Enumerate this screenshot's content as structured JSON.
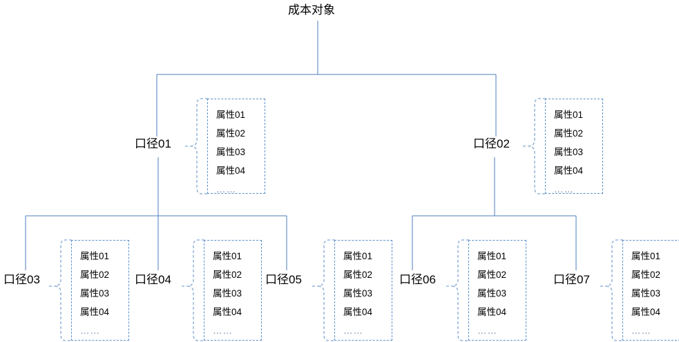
{
  "diagram": {
    "type": "tree",
    "root": {
      "id": "root",
      "label": "成本对象"
    },
    "attribute_template": {
      "items": [
        "属性01",
        "属性02",
        "属性03",
        "属性04"
      ],
      "ellipsis": "……"
    },
    "nodes": [
      {
        "id": "kj01",
        "label": "口径01",
        "level": 1
      },
      {
        "id": "kj02",
        "label": "口径02",
        "level": 1
      },
      {
        "id": "kj03",
        "label": "口径03",
        "level": 2
      },
      {
        "id": "kj04",
        "label": "口径04",
        "level": 2
      },
      {
        "id": "kj05",
        "label": "口径05",
        "level": 2
      },
      {
        "id": "kj06",
        "label": "口径06",
        "level": 2
      },
      {
        "id": "kj07",
        "label": "口径07",
        "level": 2
      }
    ],
    "edges": [
      {
        "from": "root",
        "to": "kj01"
      },
      {
        "from": "root",
        "to": "kj02"
      },
      {
        "from": "kj01",
        "to": "kj03"
      },
      {
        "from": "kj01",
        "to": "kj04"
      },
      {
        "from": "kj01",
        "to": "kj05"
      },
      {
        "from": "kj02",
        "to": "kj06"
      },
      {
        "from": "kj02",
        "to": "kj07"
      }
    ],
    "colors": {
      "connector": "#4a7ebb",
      "dashed_border": "#5b8fc9",
      "brace": "#7fa6d3",
      "ellipsis": "#6b84a8",
      "text": "#000000",
      "background": "#ffffff"
    }
  }
}
